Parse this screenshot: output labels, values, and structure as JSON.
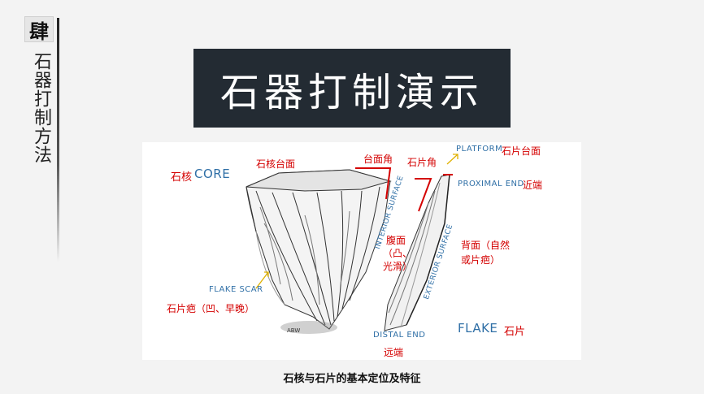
{
  "section_badge": "肆",
  "side_title": "石器打制方法",
  "title": "石器打制演示",
  "figure": {
    "core_cn": "石核",
    "core_en": "CORE",
    "core_platform": "石核台面",
    "platform_angle": "台面角",
    "flake_angle": "石片角",
    "platform_en": "PLATFORM",
    "platform_cn": "石片台面",
    "proximal_en": "PROXIMAL END",
    "proximal_cn": "近端",
    "interior_surface": "INTERIOR SURFACE",
    "exterior_surface": "EXTERIOR SURFACE",
    "ventral_cn_1": "腹面",
    "ventral_cn_2": "（凸、",
    "ventral_cn_3": "光滑）",
    "dorsal_cn_1": "背面（自然",
    "dorsal_cn_2": "或片疤）",
    "flake_scar_en": "FLAKE SCAR",
    "flake_scar_cn": "石片疤（凹、早晚）",
    "distal_en": "DISTAL END",
    "distal_cn": "远端",
    "flake_en": "FLAKE",
    "flake_cn": "石片",
    "artist_sig": "ABW"
  },
  "caption": "石核与石片的基本定位及特征",
  "colors": {
    "red_label": "#d40000",
    "blue_label": "#2f6fa6",
    "title_bg": "#232b33"
  }
}
